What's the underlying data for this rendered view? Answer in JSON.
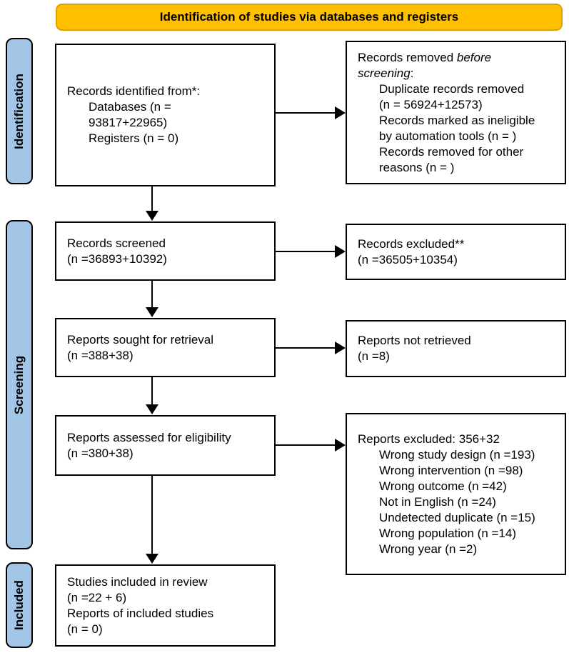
{
  "banner": {
    "title": "Identification of studies via databases and registers"
  },
  "colors": {
    "banner_fill": "#FFC000",
    "banner_border": "#D9A300",
    "stage_fill": "#A4C6E6",
    "box_border": "#000000"
  },
  "stages": {
    "identification": "Identification",
    "screening": "Screening",
    "included": "Included"
  },
  "boxes": {
    "records_identified": {
      "title": "Records identified from*:",
      "details": "Databases (n =\n93817+22965)\nRegisters (n = 0)"
    },
    "records_removed": {
      "title_l1_normal": "Records removed ",
      "title_l1_italic": "before",
      "title_l2_italic": "screening",
      "title_l2_suffix": ":",
      "items": [
        "Duplicate records removed\n(n = 56924+12573)",
        "Records marked as ineligible\nby automation tools (n = )",
        "Records removed for other\nreasons (n = )"
      ]
    },
    "records_screened": {
      "text": "Records screened\n(n =36893+10392)"
    },
    "records_excluded": {
      "text": "Records excluded**\n(n =36505+10354)"
    },
    "reports_sought": {
      "text": "Reports sought for retrieval\n(n =388+38)"
    },
    "reports_not_retrieved": {
      "text": "Reports not retrieved\n(n =8)"
    },
    "reports_assessed": {
      "text": "Reports assessed for eligibility\n(n =380+38)"
    },
    "reports_excluded": {
      "title": "Reports excluded: 356+32",
      "items": [
        "Wrong study design (n =193)",
        "Wrong intervention (n =98)",
        "Wrong outcome (n =42)",
        "Not in English (n =24)",
        "Undetected duplicate (n =15)",
        "Wrong population (n =14)",
        "Wrong year (n =2)"
      ]
    },
    "studies_included": {
      "text": "Studies included in review\n(n =22 + 6)\nReports of included studies\n(n = 0)"
    }
  }
}
